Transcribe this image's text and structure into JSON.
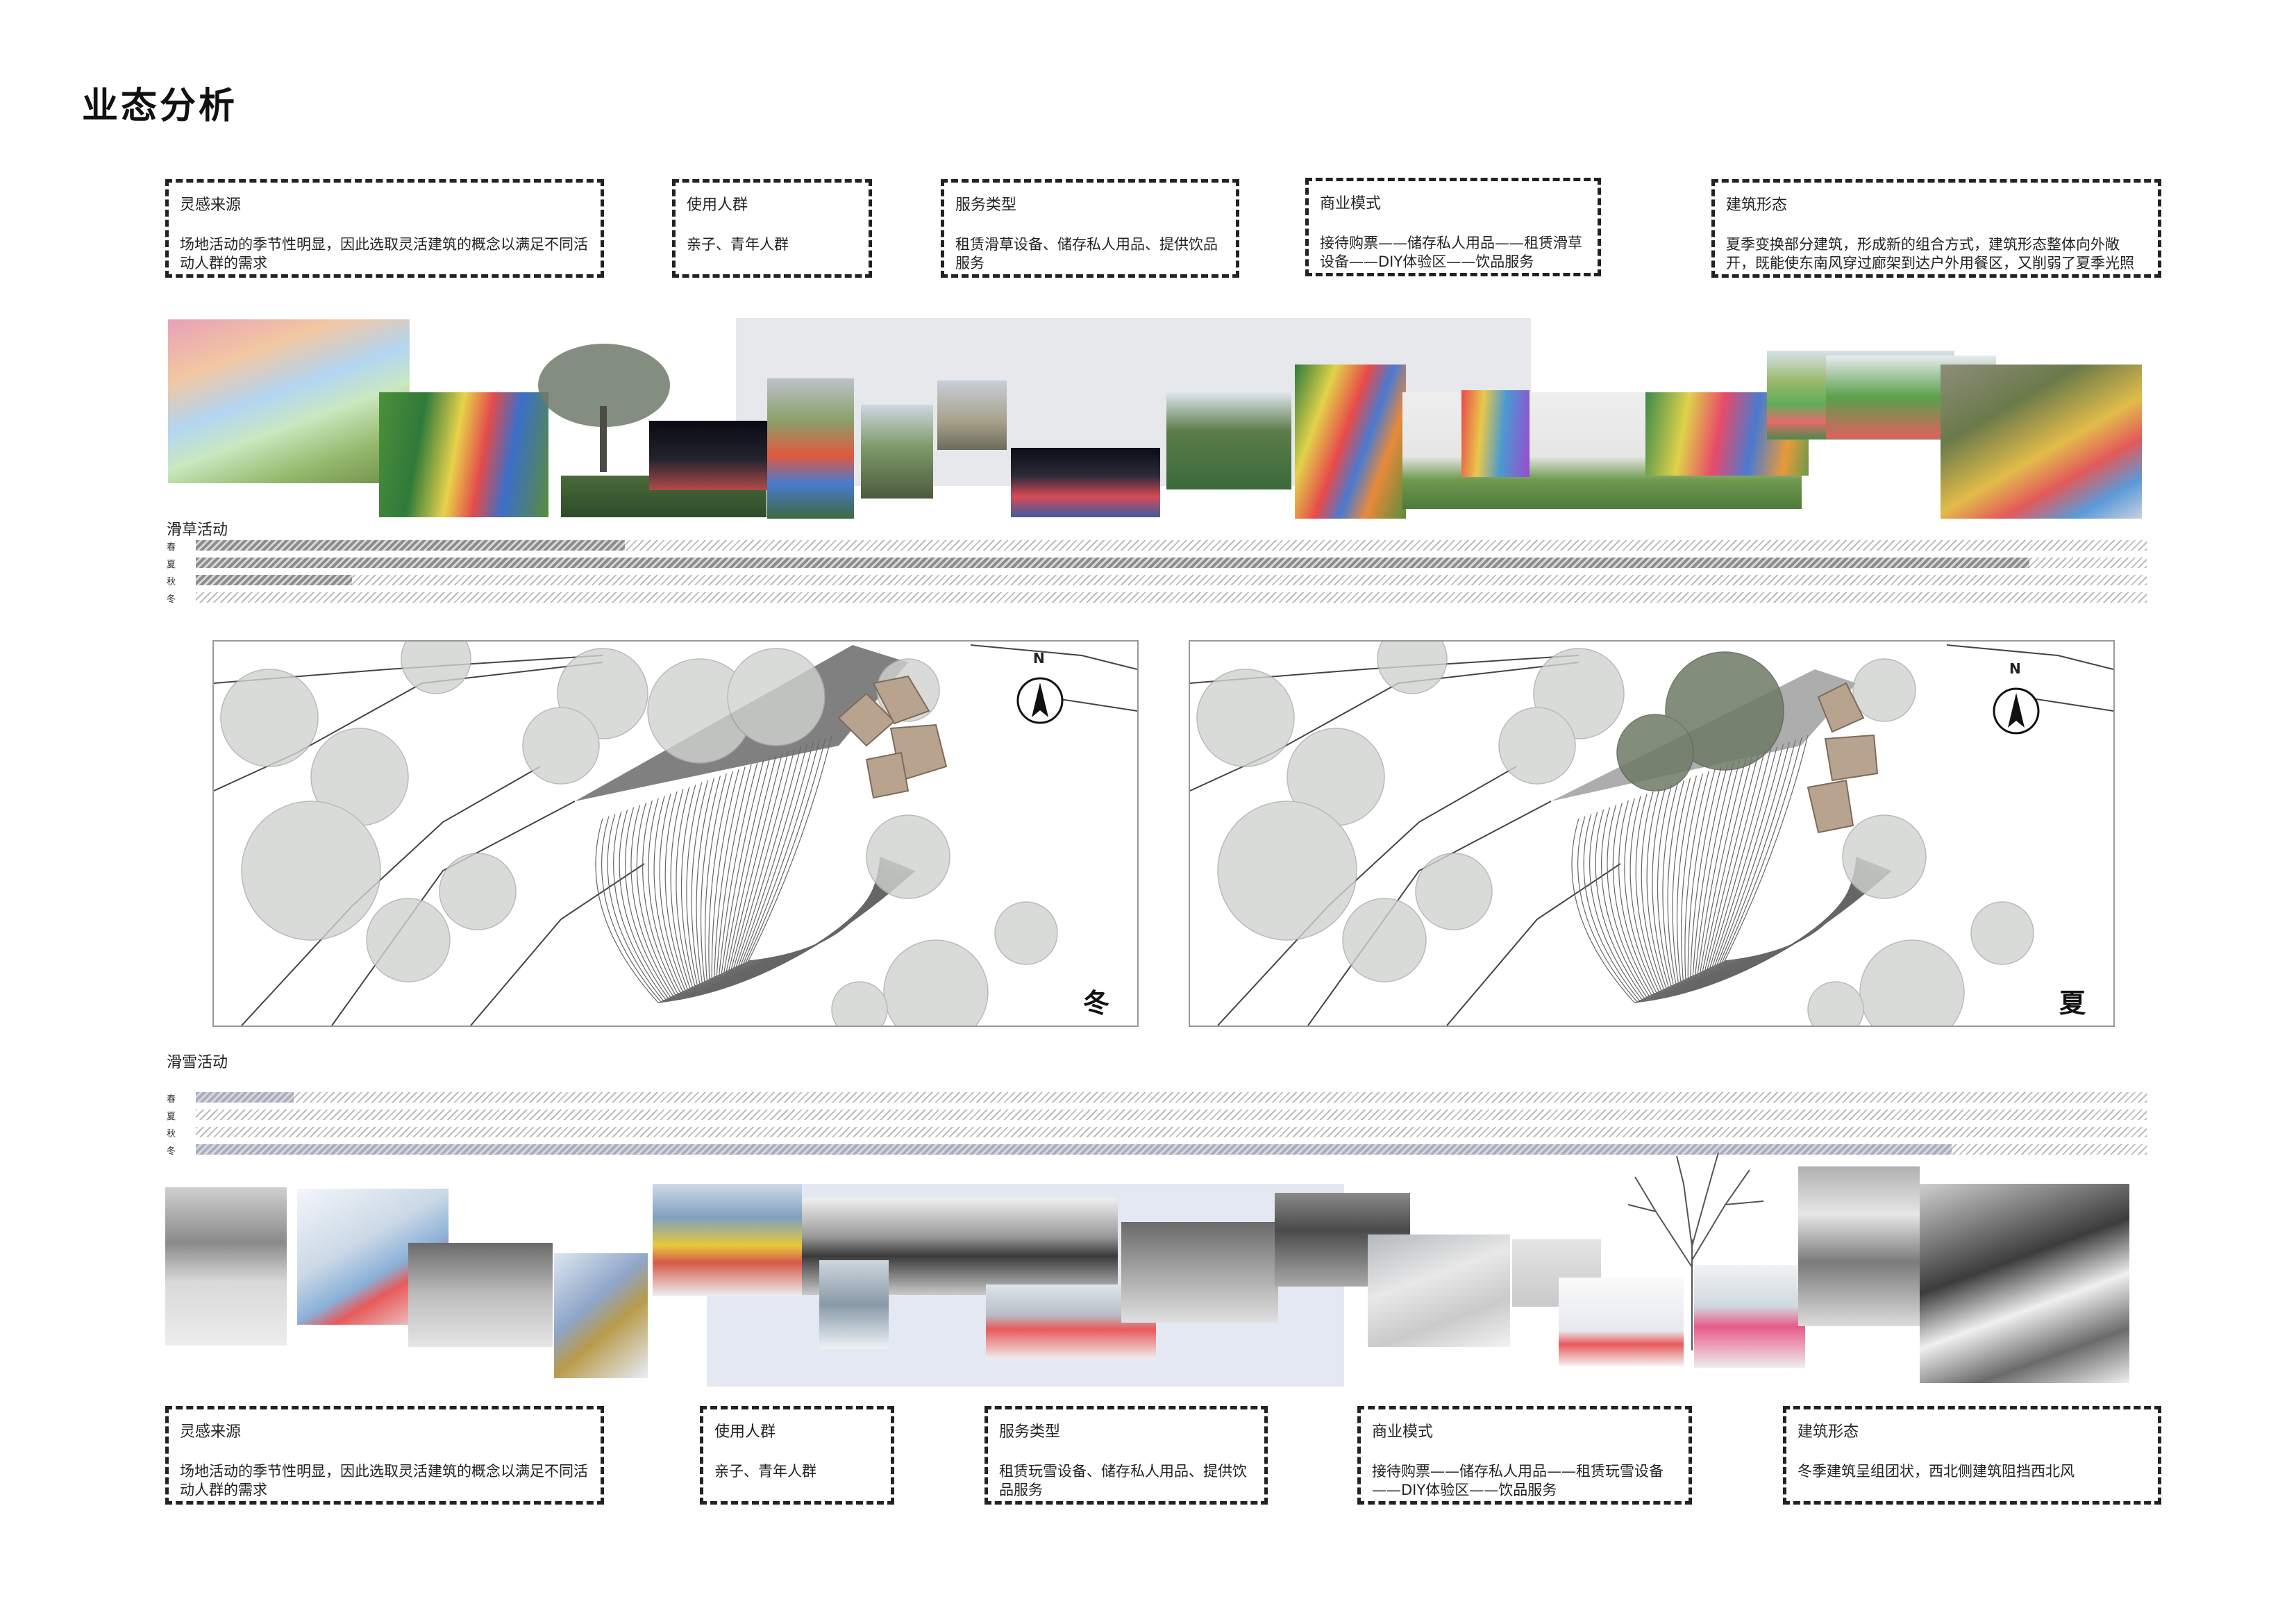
{
  "page_title": "业态分析",
  "top_boxes": [
    {
      "title": "灵感来源",
      "text": "场地活动的季节性明显，因此选取灵活建筑的概念以满足不同活动人群的需求"
    },
    {
      "title": "使用人群",
      "text": "亲子、青年人群"
    },
    {
      "title": "服务类型",
      "text": "租赁滑草设备、储存私人用品、提供饮品服务"
    },
    {
      "title": "商业模式",
      "text": "接待购票——储存私人用品——租赁滑草设备——DIY体验区——饮品服务"
    },
    {
      "title": "建筑形态",
      "text": "夏季变换部分建筑，形成新的组合方式，建筑形态整体向外敞开，既能使东南风穿过廊架到达户外用餐区，又削弱了夏季光照"
    }
  ],
  "bottom_boxes": [
    {
      "title": "灵感来源",
      "text": "场地活动的季节性明显，因此选取灵活建筑的概念以满足不同活动人群的需求"
    },
    {
      "title": "使用人群",
      "text": "亲子、青年人群"
    },
    {
      "title": "服务类型",
      "text": "租赁玩雪设备、储存私人用品、提供饮品服务"
    },
    {
      "title": "商业模式",
      "text": "接待购票——储存私人用品——租赁玩雪设备——DIY体验区——饮品服务"
    },
    {
      "title": "建筑形态",
      "text": "冬季建筑呈组团状，西北侧建筑阻挡西北风"
    }
  ],
  "grass_section": {
    "label": "滑草活动",
    "seasons": [
      {
        "name": "春",
        "level": 0.22
      },
      {
        "name": "夏",
        "level": 0.94
      },
      {
        "name": "秋",
        "level": 0.08
      },
      {
        "name": "冬",
        "level": 0.0
      }
    ]
  },
  "snow_section": {
    "label": "滑雪活动",
    "seasons": [
      {
        "name": "春",
        "level": 0.05
      },
      {
        "name": "夏",
        "level": 0.0
      },
      {
        "name": "秋",
        "level": 0.0
      },
      {
        "name": "冬",
        "level": 0.9
      }
    ]
  },
  "plans": {
    "winter": {
      "north": "N",
      "season": "冬"
    },
    "summer": {
      "north": "N",
      "season": "夏"
    }
  },
  "colors": {
    "grass_fill": "#8c8c8c",
    "snow_fill": "#a9adc0",
    "building": "#b8a48e"
  }
}
